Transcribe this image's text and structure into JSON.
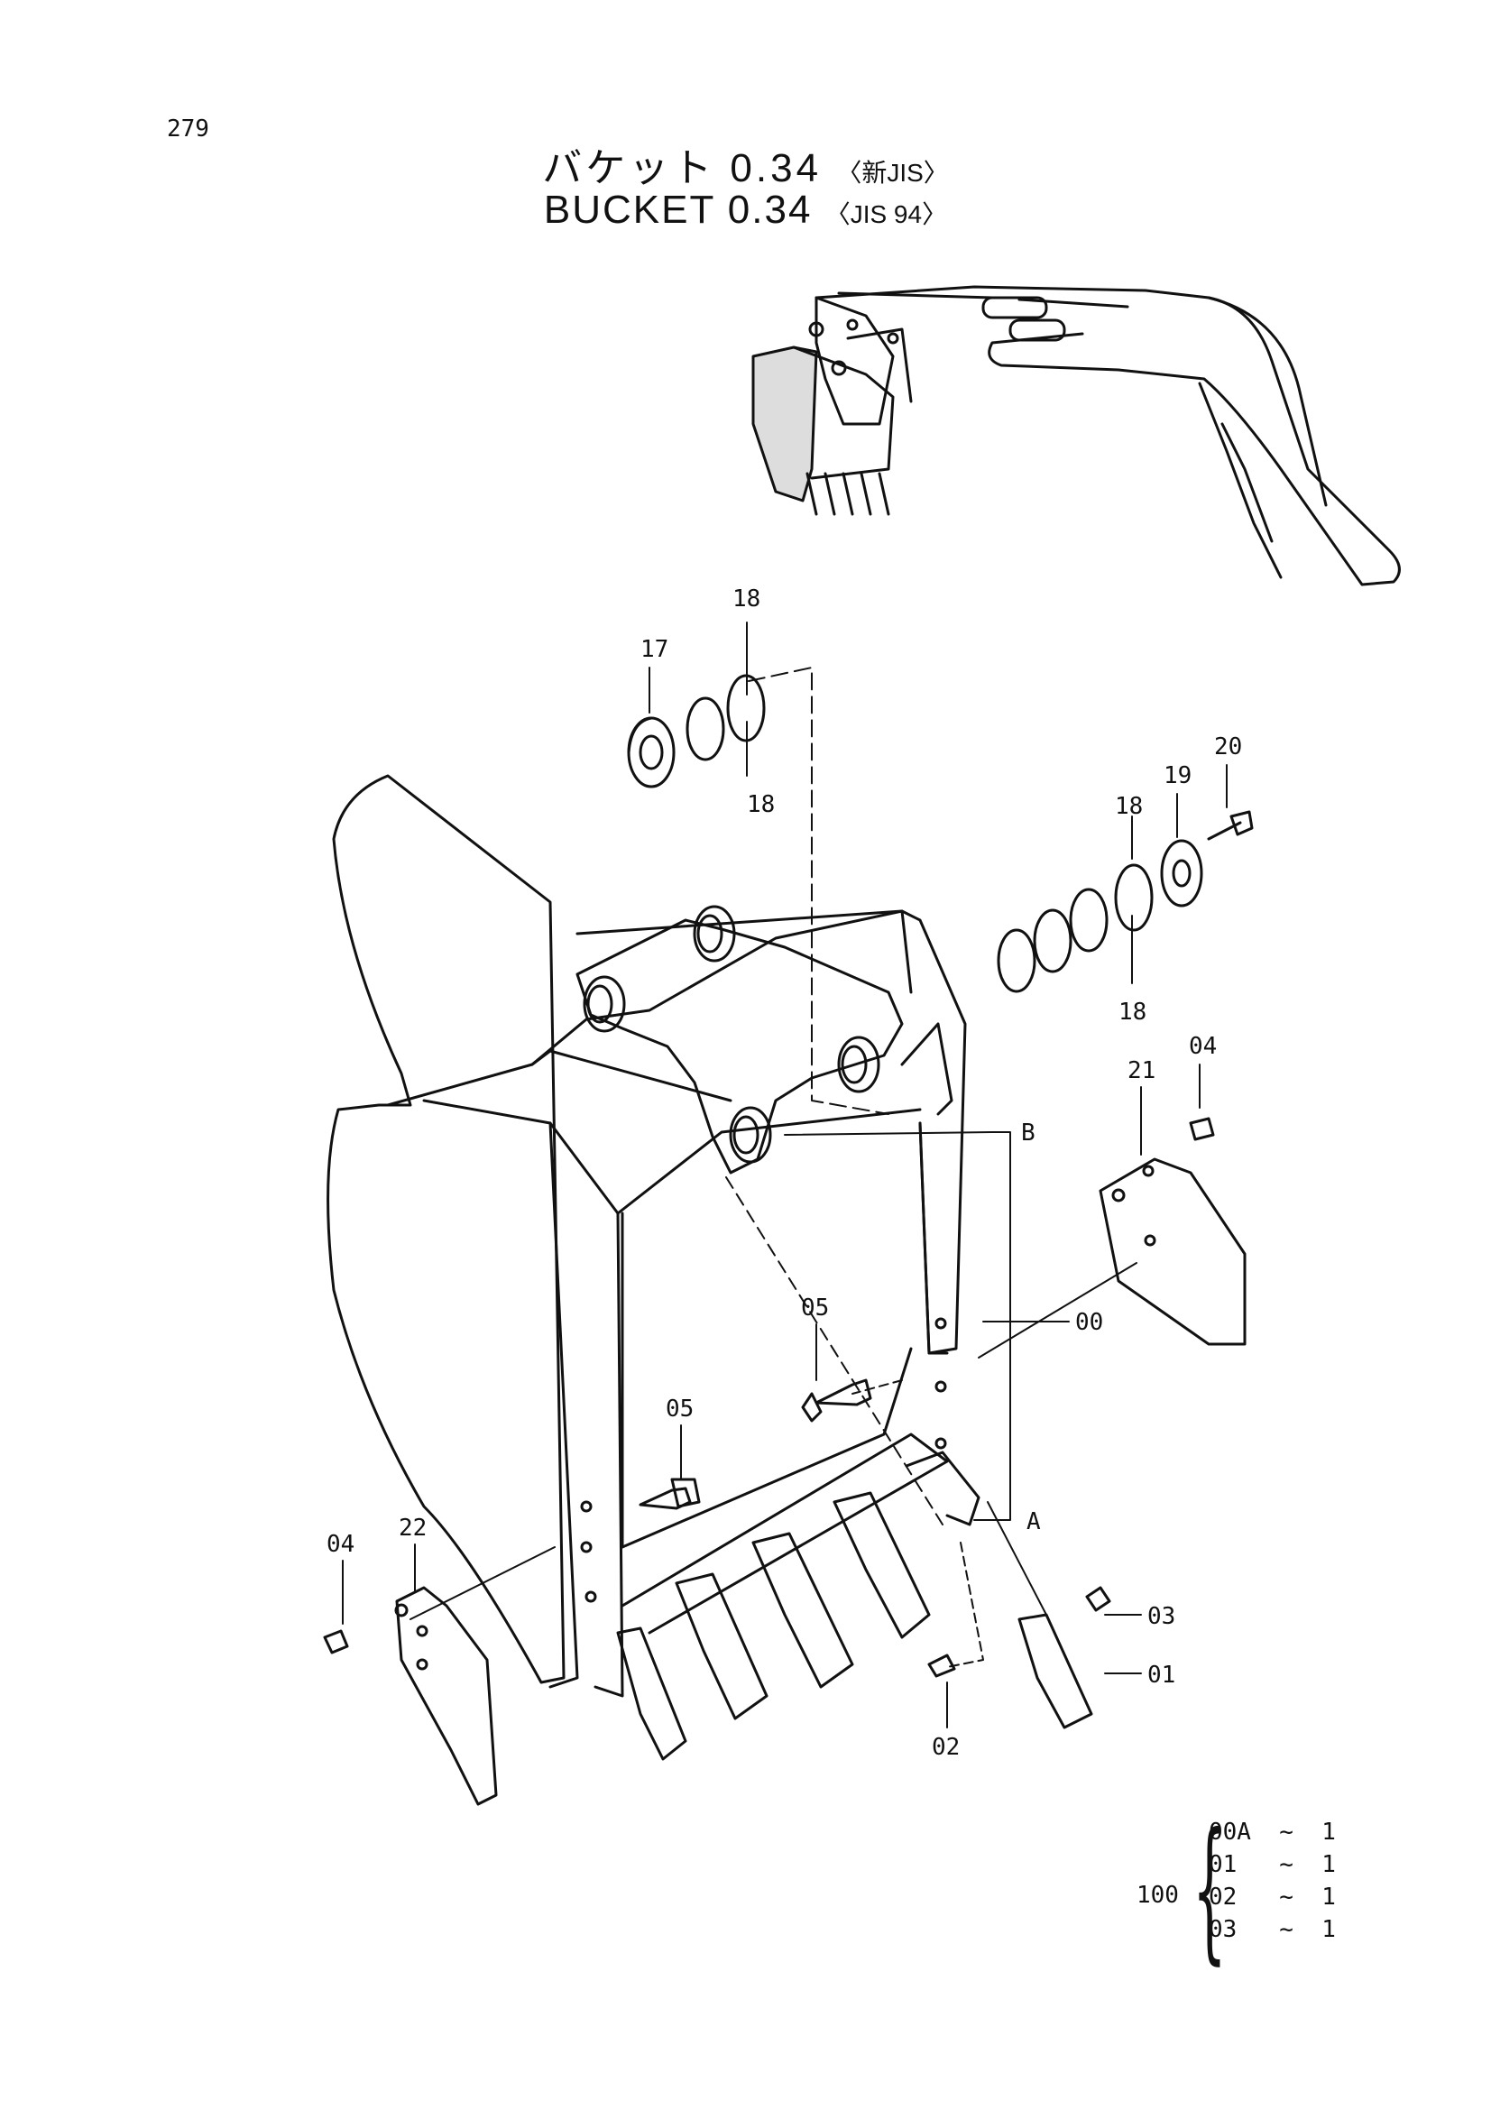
{
  "page_number": "279",
  "title": {
    "jp_main": "バケット 0.34",
    "jp_std": "〈新JIS〉",
    "en_main": "BUCKET  0.34",
    "en_std": "〈JIS 94〉"
  },
  "callouts": {
    "c17": "17",
    "c18a": "18",
    "c18b": "18",
    "c18c": "18",
    "c18d": "18",
    "c19": "19",
    "c20": "20",
    "c04a": "04",
    "c04b": "04",
    "c21": "21",
    "c22": "22",
    "cB": "B",
    "cA": "A",
    "c00": "00",
    "c05a": "05",
    "c05b": "05",
    "c03": "03",
    "c01": "01",
    "c02": "02"
  },
  "kit": {
    "number": "100",
    "items": [
      {
        "part": "00A",
        "qty": "1"
      },
      {
        "part": "01",
        "qty": "1"
      },
      {
        "part": "02",
        "qty": "1"
      },
      {
        "part": "03",
        "qty": "1"
      }
    ]
  }
}
